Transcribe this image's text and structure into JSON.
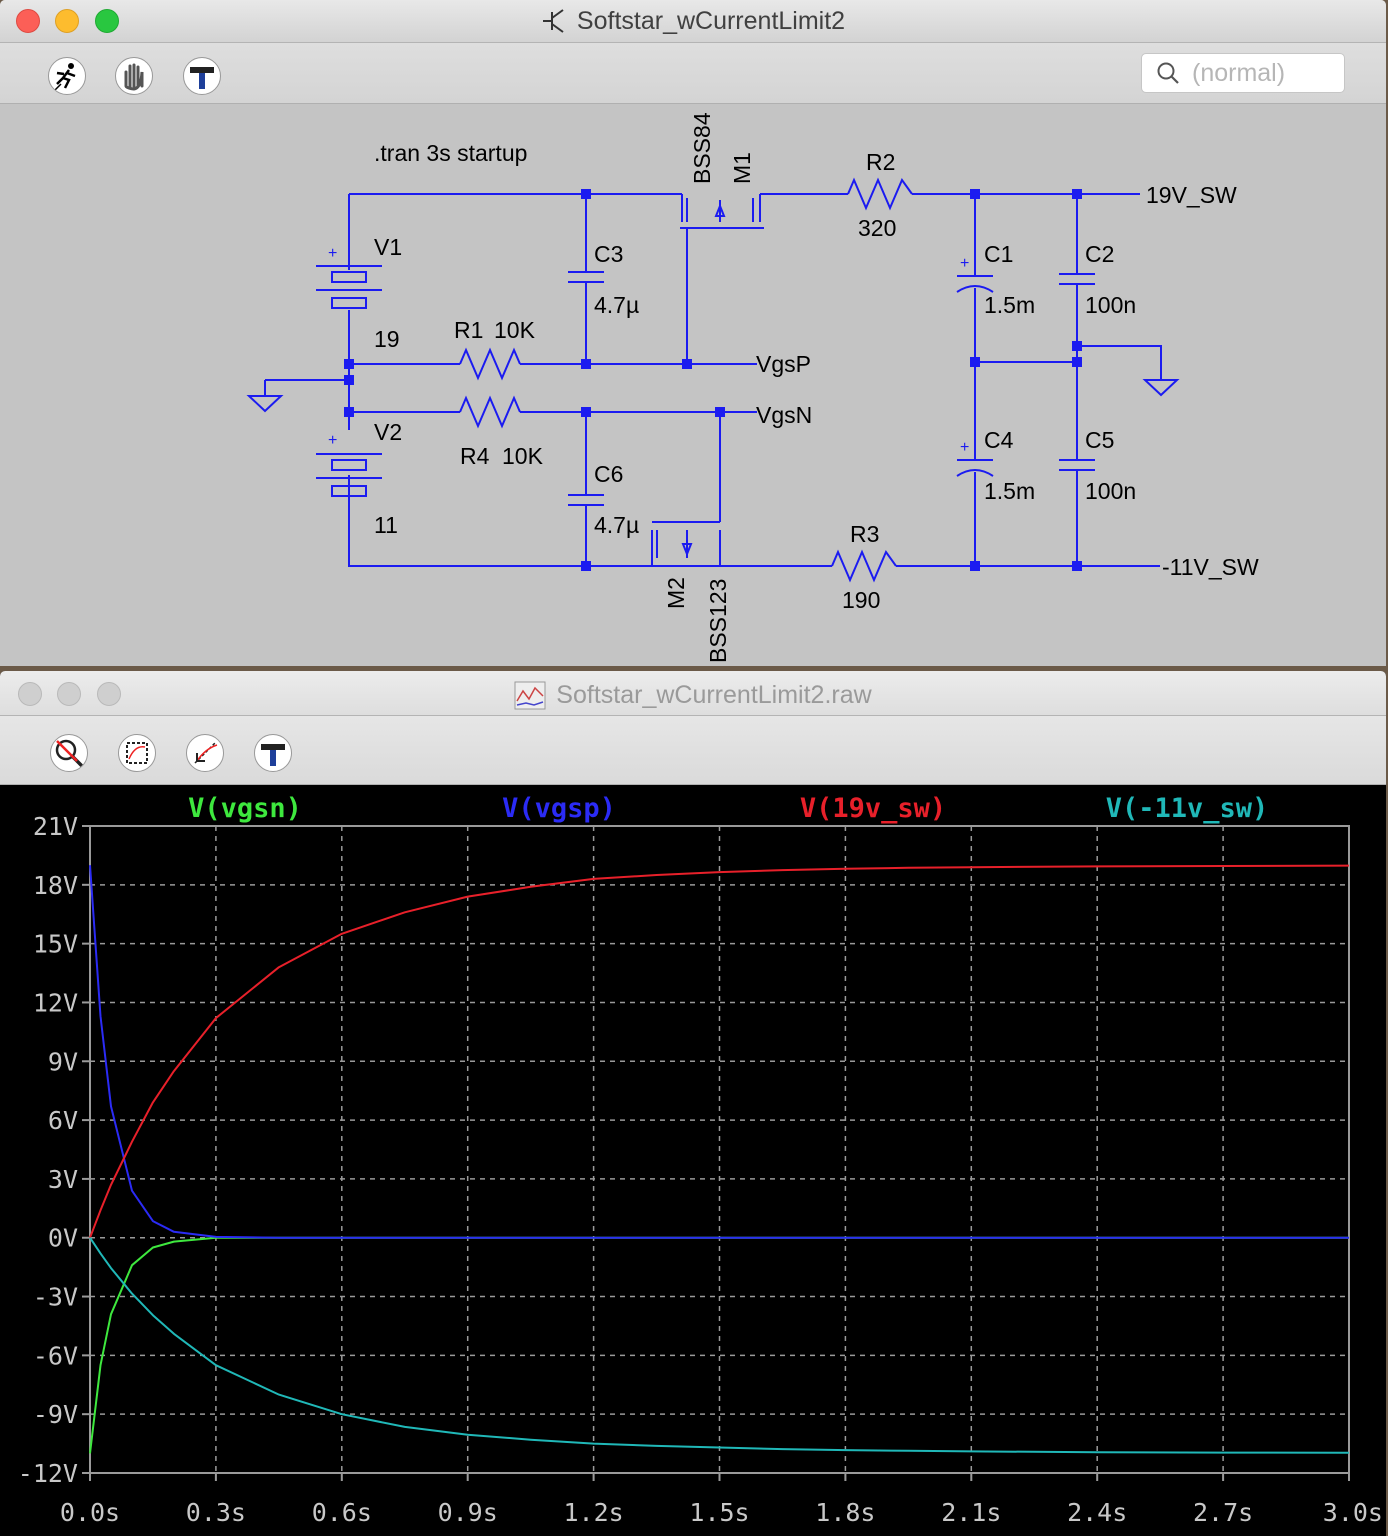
{
  "schematic_window": {
    "title": "Softstar_wCurrentLimit2",
    "search_placeholder": "(normal)",
    "toolbar": [
      "run-icon",
      "halt-icon",
      "settings-hammer-icon"
    ],
    "directive": ".tran 3s startup",
    "labels": {
      "V1": "V1",
      "V1_val": "19",
      "V2": "V2",
      "V2_val": "11",
      "R1": "R1",
      "R1_val": "10K",
      "R4": "R4",
      "R4_val": "10K",
      "R2": "R2",
      "R2_val": "320",
      "R3": "R3",
      "R3_val": "190",
      "C3": "C3",
      "C3_val": "4.7µ",
      "C6": "C6",
      "C6_val": "4.7µ",
      "C1": "C1",
      "C1_val": "1.5m",
      "C2": "C2",
      "C2_val": "100n",
      "C4": "C4",
      "C4_val": "1.5m",
      "C5": "C5",
      "C5_val": "100n",
      "M1": "M1",
      "M1_model": "BSS84",
      "M2": "M2",
      "M2_model": "BSS123",
      "net_19": "19V_SW",
      "net_11": "-11V_SW",
      "net_vgsp": "VgsP",
      "net_vgsn": "VgsN"
    }
  },
  "plot_window": {
    "title": "Softstar_wCurrentLimit2.raw",
    "toolbar": [
      "zoom-cancel-icon",
      "autorange-icon",
      "zoom-back-icon",
      "settings-hammer-icon"
    ]
  },
  "chart_data": {
    "type": "line",
    "xlim": [
      0,
      3.0
    ],
    "ylim": [
      -12,
      21
    ],
    "grid": true,
    "x_ticks": [
      "0.0s",
      "0.3s",
      "0.6s",
      "0.9s",
      "1.2s",
      "1.5s",
      "1.8s",
      "2.1s",
      "2.4s",
      "2.7s",
      "3.0s"
    ],
    "y_ticks": [
      "21V",
      "18V",
      "15V",
      "12V",
      "9V",
      "6V",
      "3V",
      "0V",
      "-3V",
      "-6V",
      "-9V",
      "-12V"
    ],
    "x": [
      0,
      0.025,
      0.05,
      0.1,
      0.15,
      0.2,
      0.3,
      0.45,
      0.6,
      0.75,
      0.9,
      1.05,
      1.2,
      1.35,
      1.5,
      1.65,
      1.8,
      1.95,
      2.1,
      2.4,
      2.7,
      3.0
    ],
    "series": [
      {
        "name": "V(vgsn)",
        "color": "#3ee83e",
        "values": [
          -11,
          -6.5,
          -3.9,
          -1.4,
          -0.5,
          -0.2,
          0,
          0,
          0,
          0,
          0,
          0,
          0,
          0,
          0,
          0,
          0,
          0,
          0,
          0,
          0,
          0
        ]
      },
      {
        "name": "V(vgsp)",
        "color": "#2b2bf5",
        "values": [
          19,
          11.3,
          6.7,
          2.4,
          0.85,
          0.3,
          0.04,
          0,
          0,
          0,
          0,
          0,
          0,
          0,
          0,
          0,
          0,
          0,
          0,
          0,
          0,
          0
        ]
      },
      {
        "name": "V(19v_sw)",
        "color": "#e8202a",
        "values": [
          0,
          1.4,
          2.7,
          4.9,
          6.9,
          8.5,
          11.2,
          13.8,
          15.5,
          16.6,
          17.4,
          17.9,
          18.3,
          18.5,
          18.65,
          18.75,
          18.82,
          18.87,
          18.9,
          18.94,
          18.96,
          18.98
        ]
      },
      {
        "name": "V(-11v_sw)",
        "color": "#20b8b8",
        "values": [
          0,
          -0.8,
          -1.55,
          -2.85,
          -3.95,
          -4.9,
          -6.5,
          -8.0,
          -9.0,
          -9.65,
          -10.05,
          -10.3,
          -10.5,
          -10.62,
          -10.7,
          -10.78,
          -10.83,
          -10.87,
          -10.9,
          -10.94,
          -10.96,
          -10.97
        ]
      }
    ]
  }
}
